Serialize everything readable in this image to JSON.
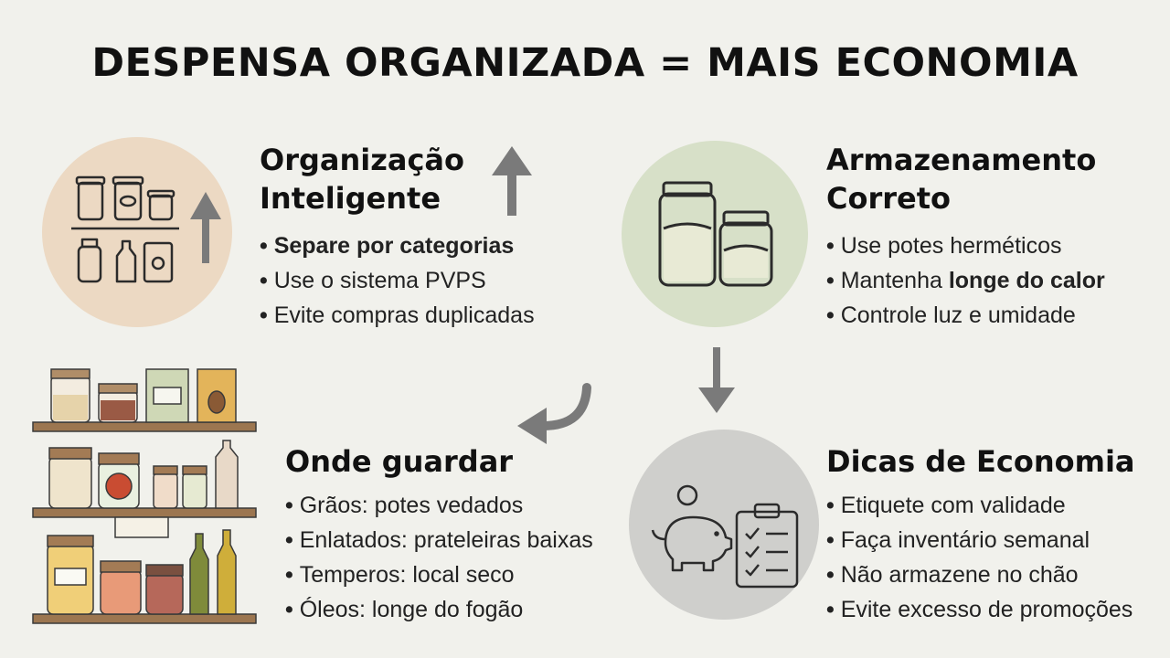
{
  "title": "DESPENSA ORGANIZADA = MAIS ECONOMIA",
  "sections": {
    "organizacao": {
      "heading_line1": "Organização",
      "heading_line2": "Inteligente",
      "items": [
        "Separe por categorias",
        "Use o sistema PVPS",
        "Evite compras duplicadas"
      ]
    },
    "armazenamento": {
      "heading_line1": "Armazenamento",
      "heading_line2": "Correto",
      "item1": "Use potes herméticos",
      "item2_prefix": "Mantenha ",
      "item2_bold": "longe do calor",
      "item3": "Controle luz e umidade"
    },
    "onde_guardar": {
      "heading": "Onde guardar",
      "items": [
        "Grãos: potes vedados",
        "Enlatados: prateleiras baixas",
        "Temperos: local seco",
        "Óleos: longe do fogão"
      ]
    },
    "dicas": {
      "heading": "Dicas de Economia",
      "items": [
        "Etiquete com validade",
        "Faça inventário semanal",
        "Não armazene no chão",
        "Evite excesso de promoções"
      ]
    }
  },
  "colors": {
    "organizacao_circle": "#ecd9c3",
    "armazenamento_circle": "#d7e0c8",
    "dicas_circle": "#cfcfcc",
    "arrow": "#7a7a7a",
    "background": "#f1f1ec"
  },
  "icons": [
    "jars-shelf-icon",
    "up-arrow-icon",
    "glass-jars-icon",
    "piggy-bank-icon",
    "checklist-icon",
    "pantry-shelves-illustration",
    "curved-arrow-icon",
    "down-arrow-icon"
  ]
}
